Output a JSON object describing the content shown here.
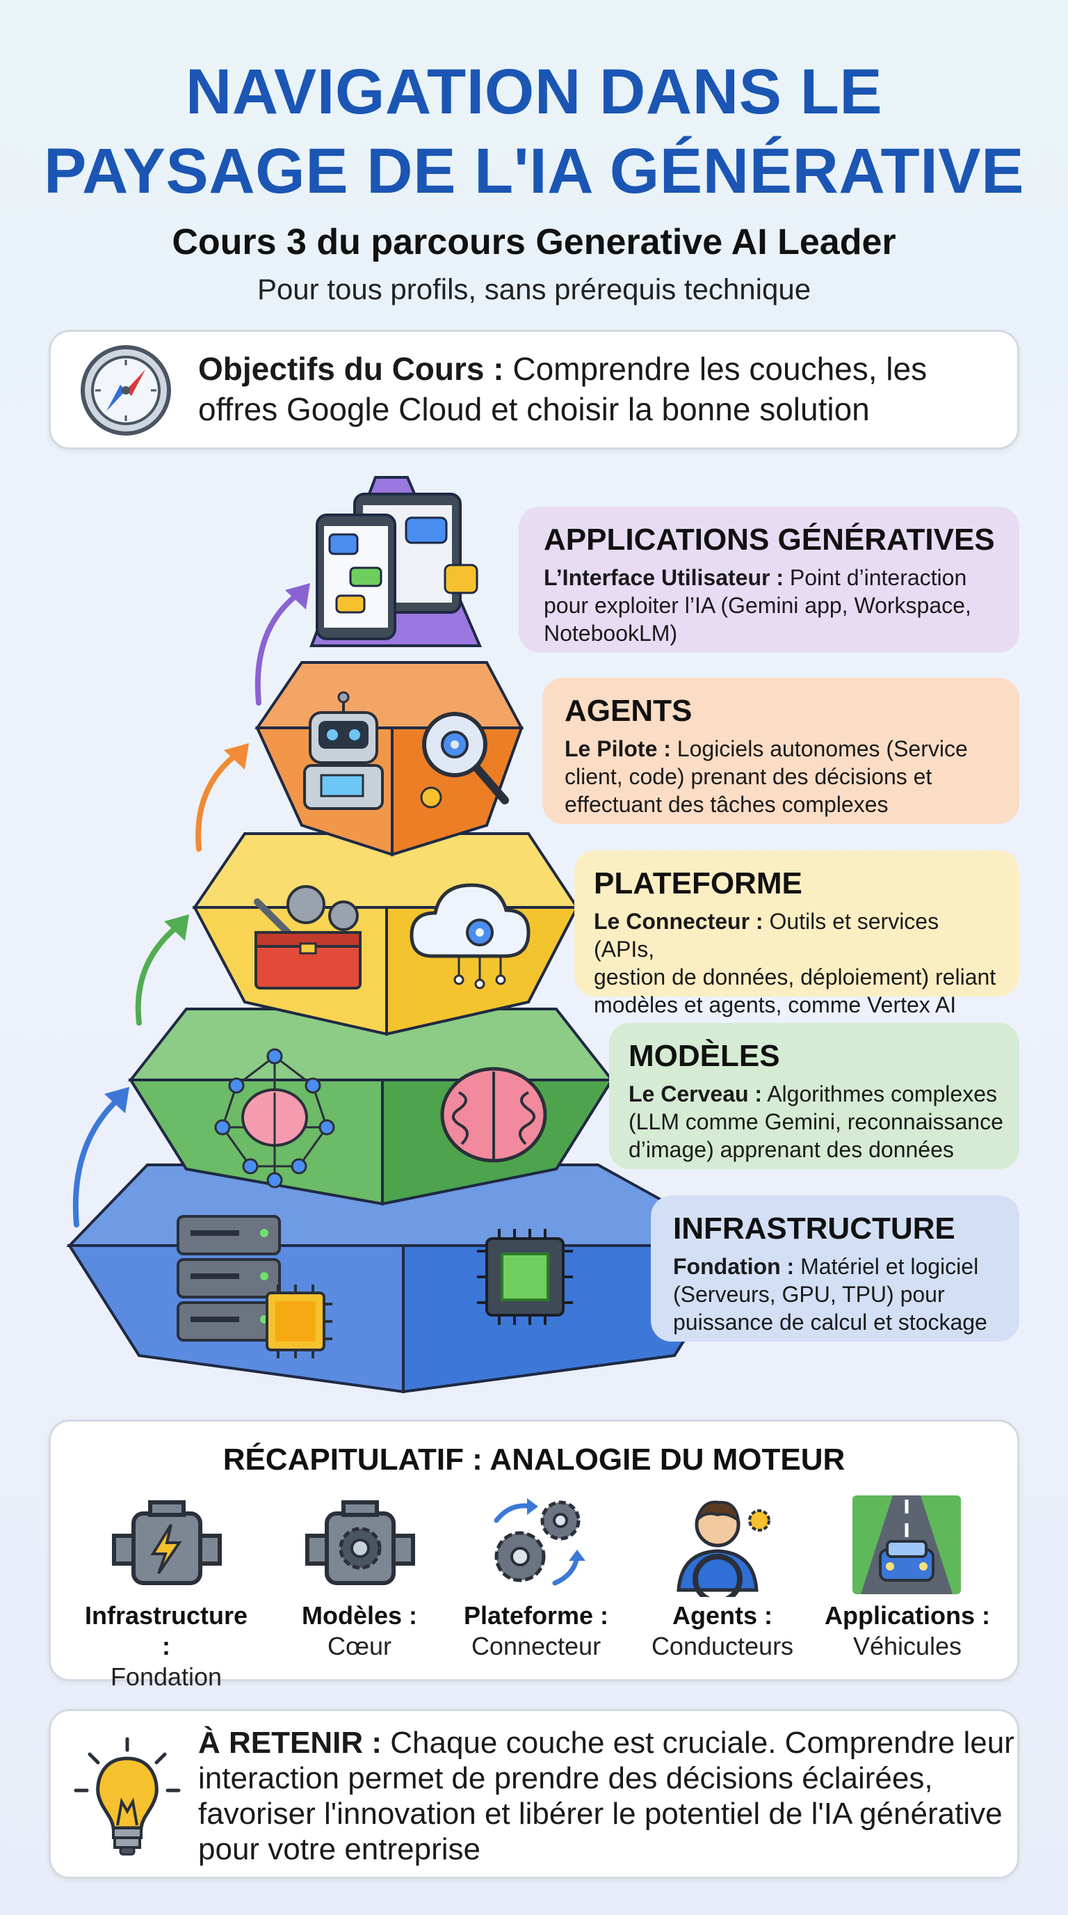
{
  "header": {
    "title_line1": "NAVIGATION DANS LE",
    "title_line2": "PAYSAGE DE L'IA GÉNÉRATIVE",
    "subtitle": "Cours 3 du parcours Generative AI Leader",
    "tagline": "Pour tous profils, sans prérequis technique"
  },
  "objectives": {
    "icon": "compass-icon",
    "label": "Objectifs du Cours :",
    "text_line1": " Comprendre les couches, les",
    "text_line2": "offres Google Cloud et choisir la bonne solution"
  },
  "layers": [
    {
      "title": "APPLICATIONS GÉNÉRATIVES",
      "role": "L’Interface Utilisateur :",
      "desc1": " Point d’interaction",
      "desc2": "pour exploiter l’IA (Gemini app, Workspace,",
      "desc3": "NotebookLM)",
      "color": "#8a63d2",
      "card_color": "#e7dcf4"
    },
    {
      "title": "AGENTS",
      "role": "Le Pilote :",
      "desc1": " Logiciels autonomes (Service",
      "desc2": "client, code) prenant des décisions et",
      "desc3": "effectuant des tâches complexes",
      "color": "#f08a34",
      "card_color": "#fbdcc4"
    },
    {
      "title": "PLATEFORME",
      "role": "Le Connecteur :",
      "desc1": " Outils et services (APIs,",
      "desc2": "gestion de données, déploiement) reliant",
      "desc3": "modèles et agents, comme Vertex AI",
      "color": "#f6cd3e",
      "card_color": "#fbeec2"
    },
    {
      "title": "MODÈLES",
      "role": "Le Cerveau :",
      "desc1": " Algorithmes complexes",
      "desc2": "(LLM comme Gemini, reconnaissance",
      "desc3": "d’image) apprenant des données",
      "color": "#52ad52",
      "card_color": "#d5ebd3"
    },
    {
      "title": "INFRASTRUCTURE",
      "role": "Fondation :",
      "desc1": " Matériel et logiciel",
      "desc2": "(Serveurs, GPU, TPU) pour",
      "desc3": "puissance de calcul et stockage",
      "color": "#3d78d8",
      "card_color": "#d2dff5"
    }
  ],
  "recap": {
    "title": "RÉCAPITULATIF : ANALOGIE DU MOTEUR",
    "items": [
      {
        "name": "Infrastructure :",
        "role": "Fondation",
        "icon": "engine-lightning-icon"
      },
      {
        "name": "Modèles :",
        "role": "Cœur",
        "icon": "engine-gear-icon"
      },
      {
        "name": "Plateforme :",
        "role": "Connecteur",
        "icon": "gears-arrows-icon"
      },
      {
        "name": "Agents :",
        "role": "Conducteurs",
        "icon": "driver-icon"
      },
      {
        "name": "Applications :",
        "role": "Véhicules",
        "icon": "car-road-icon"
      }
    ]
  },
  "retenir": {
    "icon": "lightbulb-icon",
    "label": "À RETENIR :",
    "line1": " Chaque couche est cruciale. Comprendre leur",
    "line2": "interaction permet de prendre des décisions éclairées,",
    "line3": "favoriser l'innovation et libérer le potentiel de l'IA générative",
    "line4": "pour votre entreprise"
  }
}
